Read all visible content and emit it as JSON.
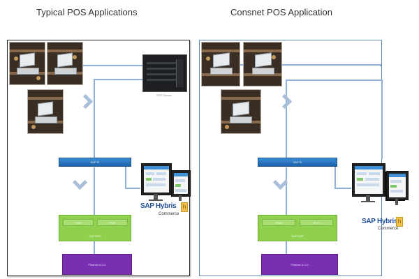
{
  "titles": {
    "left": "Typical POS Applications",
    "right": "Consnet POS Application"
  },
  "diagram": {
    "bus_label": "SAP PI",
    "green_cells": [
      "PMS",
      "POS"
    ],
    "green_caption": "SAP ERP",
    "purple_label": "Finance & CO",
    "server_caption": "POS Server",
    "logo": {
      "main": "SAP Hybris",
      "sub": "Commerce",
      "mark": "h"
    },
    "icons": [
      "pos-terminal-icon",
      "server-icon",
      "monitor-icon",
      "chevron-right-icon",
      "chevron-down-icon"
    ],
    "colors": {
      "bus": "#1a62ab",
      "erp": "#8fd14f",
      "finance": "#7a2fb3",
      "wire": "#8fb0d8",
      "right_frame": "#5b87c5"
    }
  }
}
